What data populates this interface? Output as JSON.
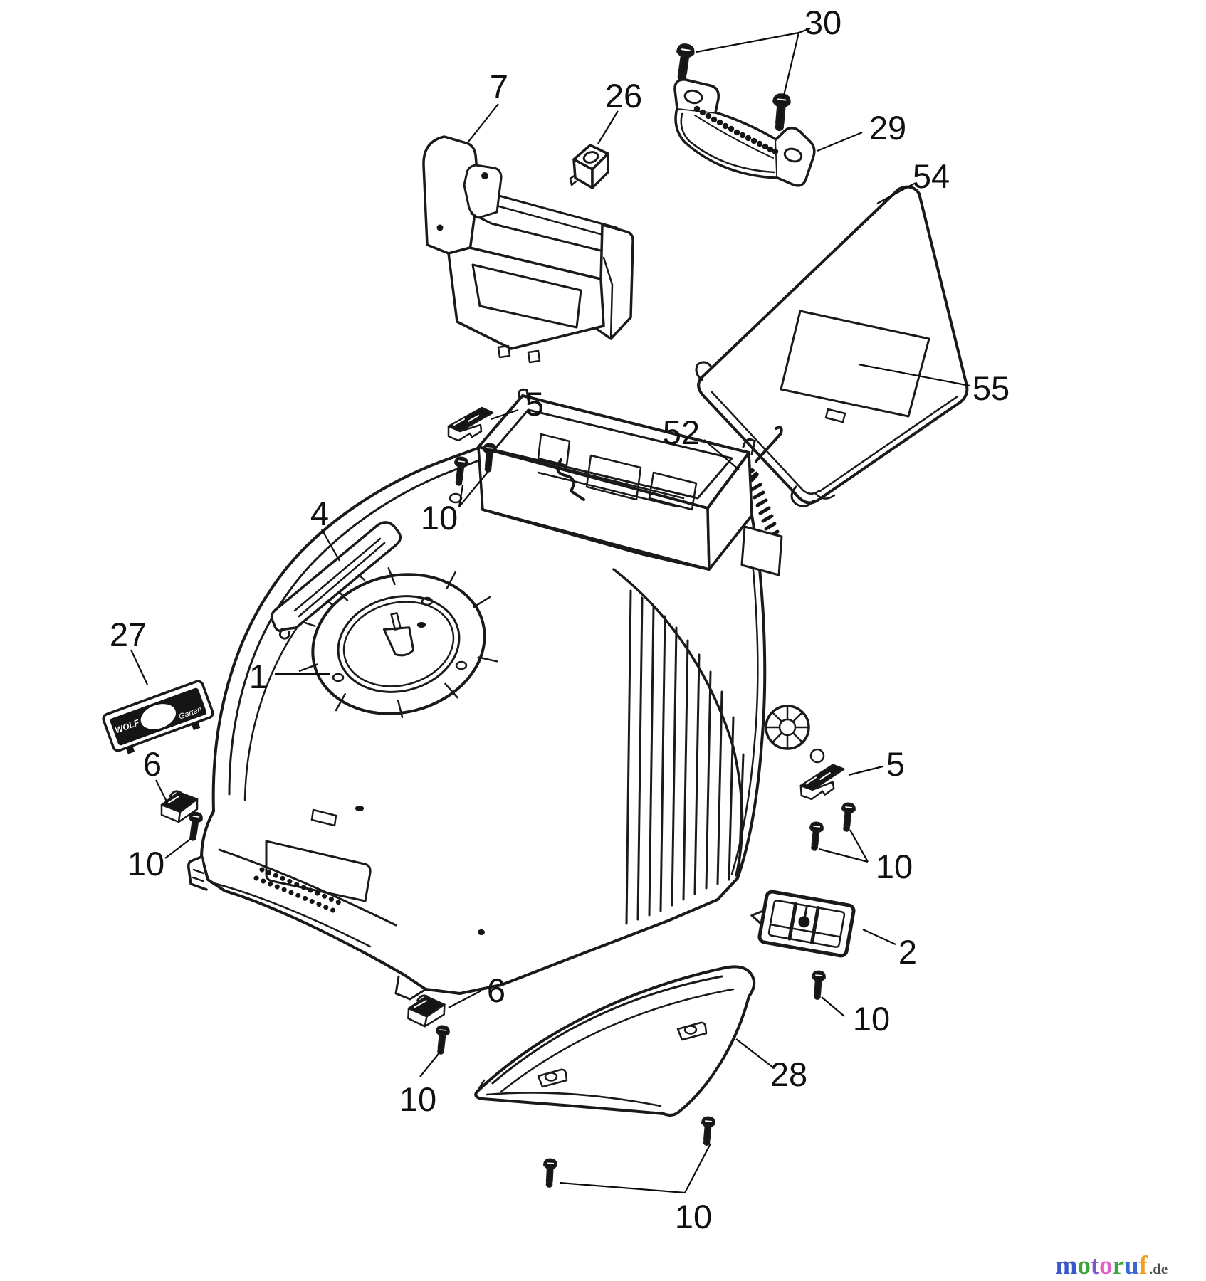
{
  "figure": {
    "background": "#ffffff",
    "line_color": "#1a1a1a"
  },
  "callouts": {
    "c1": {
      "label": "1"
    },
    "c2": {
      "label": "2"
    },
    "c4": {
      "label": "4"
    },
    "c5a": {
      "label": "5"
    },
    "c5b": {
      "label": "5"
    },
    "c6a": {
      "label": "6"
    },
    "c6b": {
      "label": "6"
    },
    "c7": {
      "label": "7"
    },
    "c10a": {
      "label": "10"
    },
    "c10b": {
      "label": "10"
    },
    "c10c": {
      "label": "10"
    },
    "c10d": {
      "label": "10"
    },
    "c10e": {
      "label": "10"
    },
    "c10f": {
      "label": "10"
    },
    "c26": {
      "label": "26"
    },
    "c27": {
      "label": "27"
    },
    "c28": {
      "label": "28"
    },
    "c29": {
      "label": "29"
    },
    "c30": {
      "label": "30"
    },
    "c52": {
      "label": "52"
    },
    "c54": {
      "label": "54"
    },
    "c55": {
      "label": "55"
    }
  },
  "badge": {
    "brand_top": "WOLF",
    "brand_bottom": "Garten"
  },
  "watermark": {
    "letters": [
      {
        "ch": "m",
        "color": "#3a57c9"
      },
      {
        "ch": "o",
        "color": "#3fa13f"
      },
      {
        "ch": "t",
        "color": "#7e58c8"
      },
      {
        "ch": "o",
        "color": "#e55fc0"
      },
      {
        "ch": "r",
        "color": "#3fa13f"
      },
      {
        "ch": "u",
        "color": "#3a6ad0"
      },
      {
        "ch": "f",
        "color": "#f09f1d"
      }
    ],
    "suffix": ".de"
  }
}
